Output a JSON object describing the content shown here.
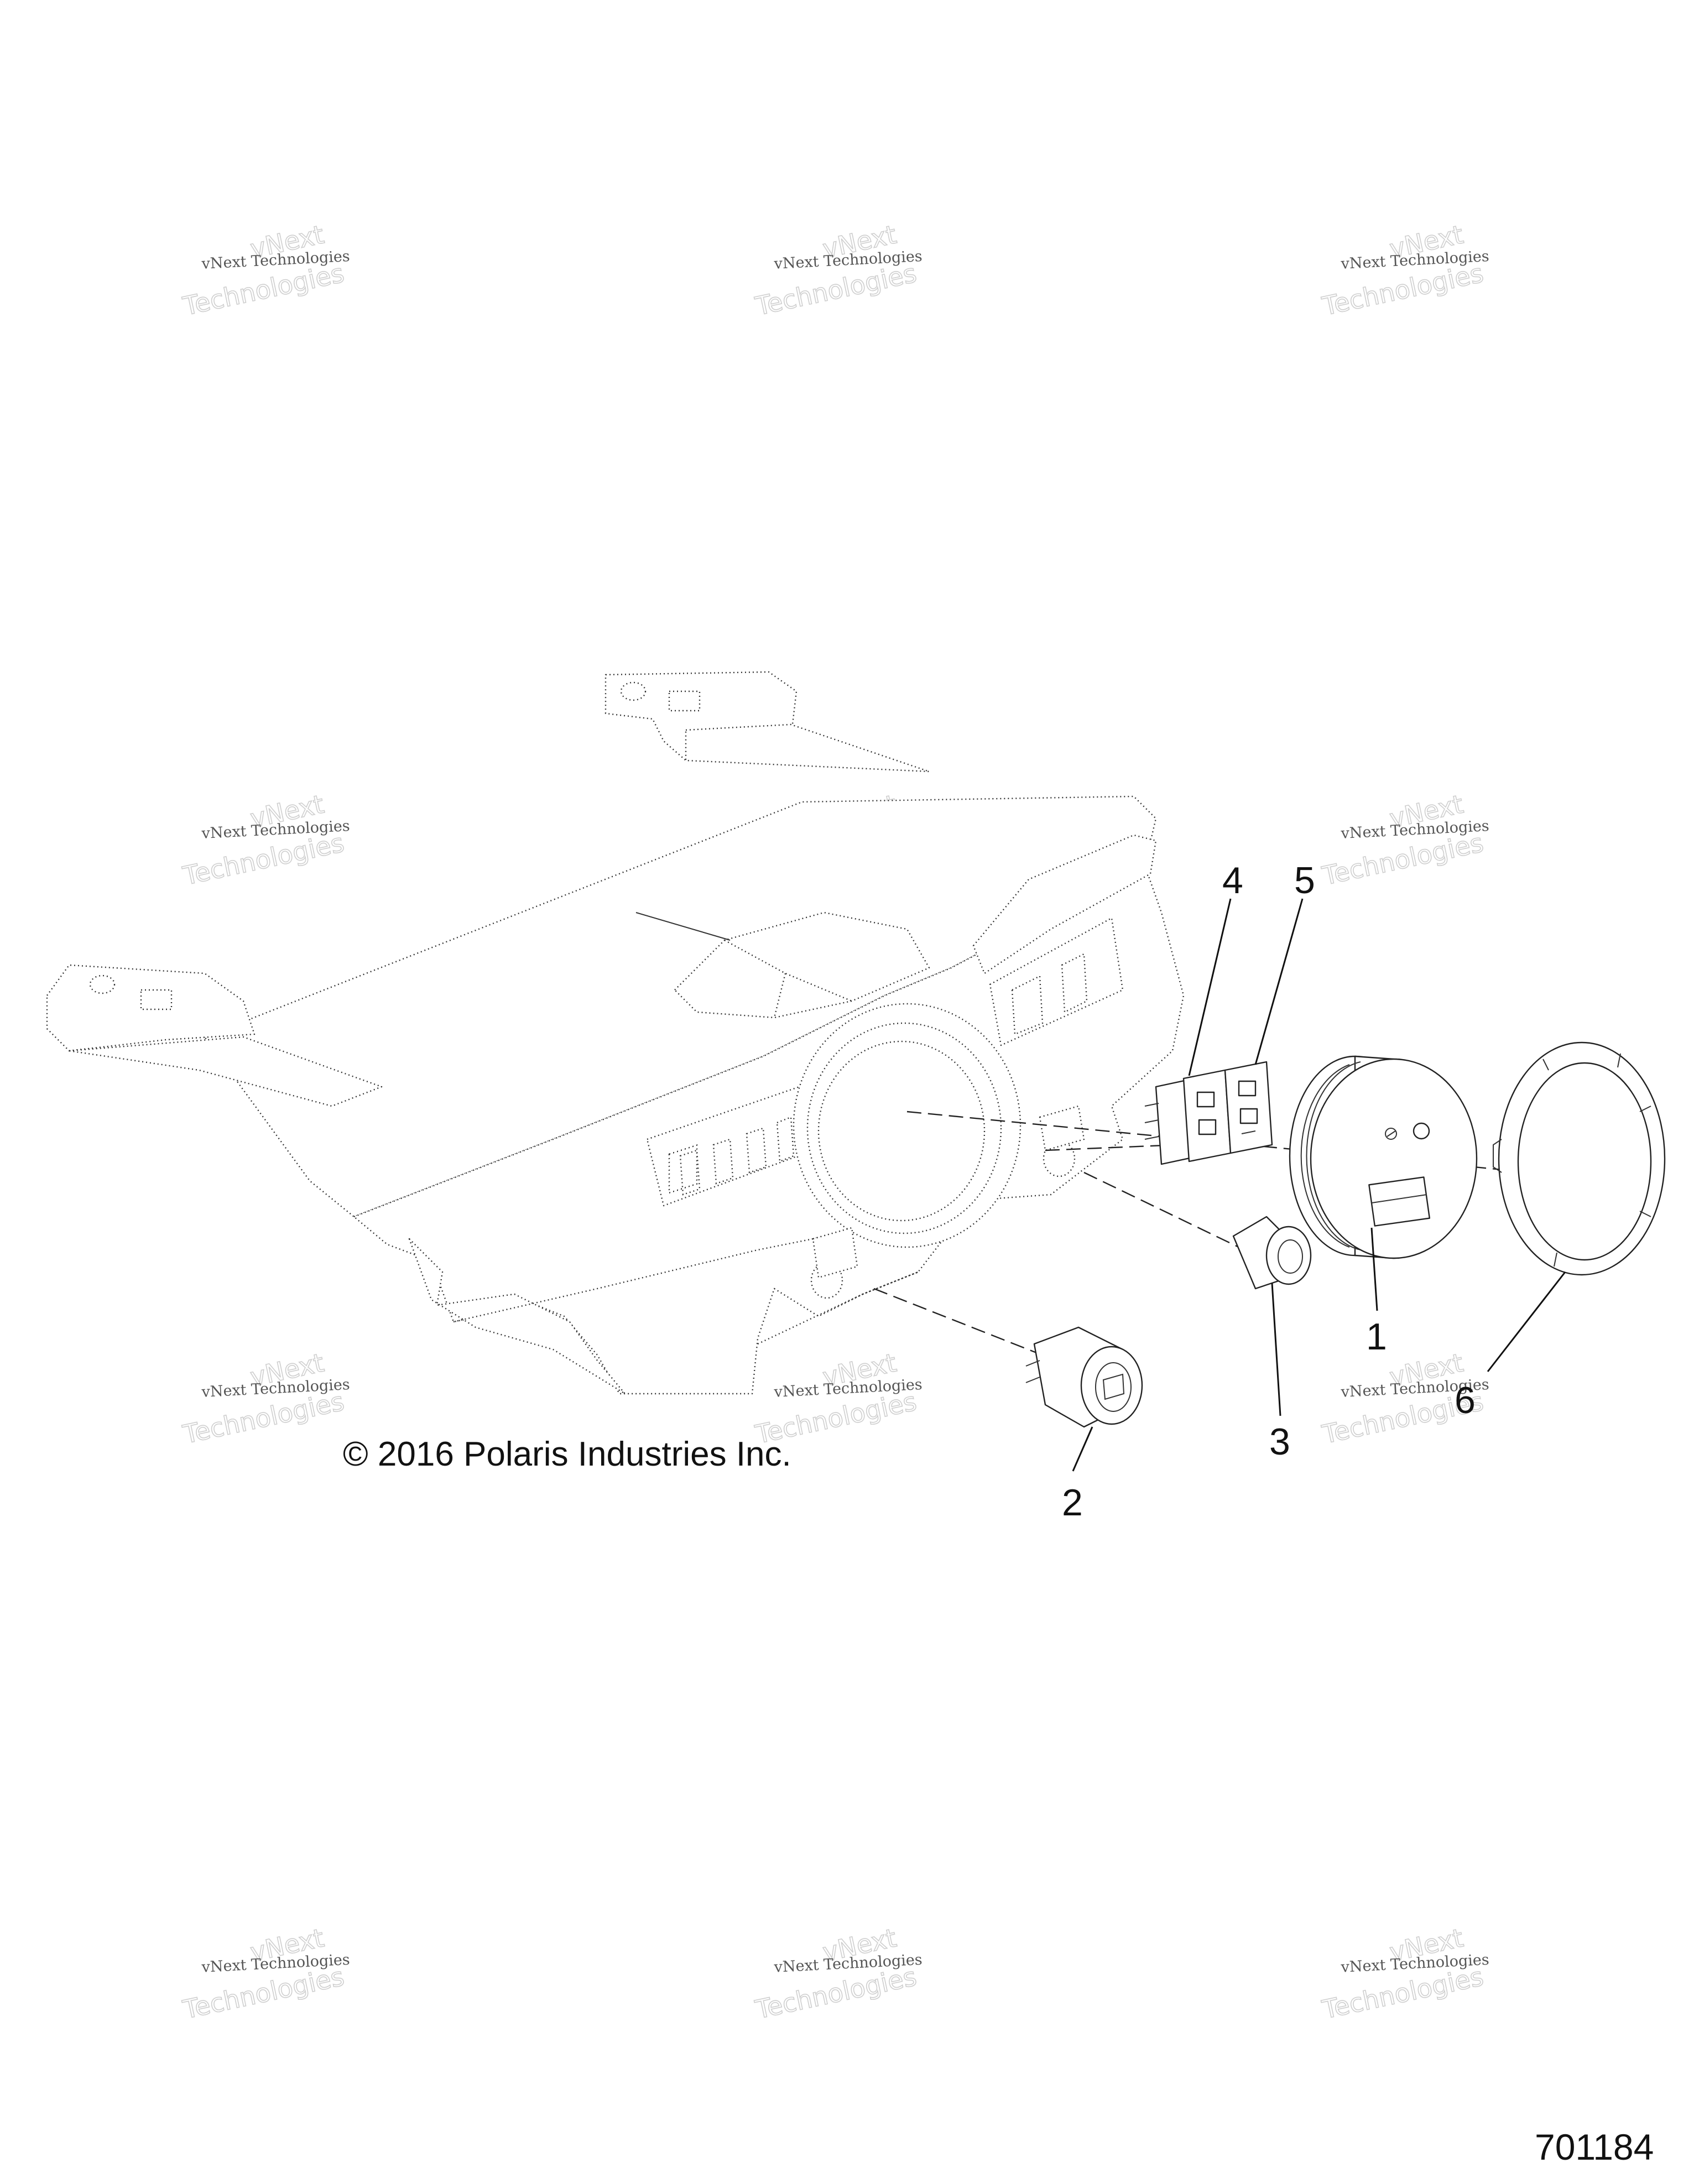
{
  "callouts": [
    {
      "id": "1",
      "label": "1"
    },
    {
      "id": "2",
      "label": "2"
    },
    {
      "id": "3",
      "label": "3"
    },
    {
      "id": "4",
      "label": "4"
    },
    {
      "id": "5",
      "label": "5"
    },
    {
      "id": "6",
      "label": "6"
    }
  ],
  "copyright": "© 2016 Polaris Industries Inc.",
  "figure_id": "701184",
  "watermark": {
    "line1": "vNext Technologies",
    "line2": "vNext",
    "line3": "Technologies"
  },
  "colors": {
    "line": "#222222",
    "text": "#111111",
    "watermark": "#cfcfcf"
  }
}
